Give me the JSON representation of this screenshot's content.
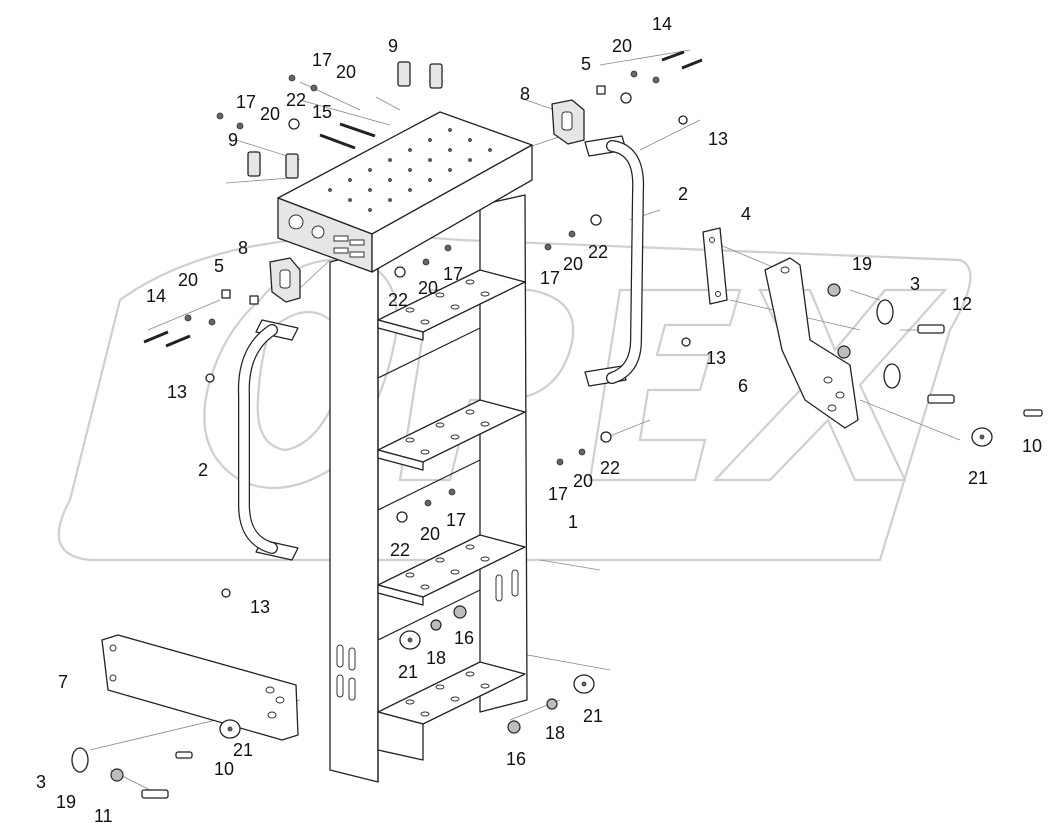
{
  "watermark": {
    "text": "OPEX",
    "color": "#cfcfcf"
  },
  "callouts": [
    {
      "id": "c-9a",
      "label": "9"
    },
    {
      "id": "c-17a",
      "label": "17"
    },
    {
      "id": "c-20a",
      "label": "20"
    },
    {
      "id": "c-14a",
      "label": "14"
    },
    {
      "id": "c-20b",
      "label": "20"
    },
    {
      "id": "c-5a",
      "label": "5"
    },
    {
      "id": "c-8a",
      "label": "8"
    },
    {
      "id": "c-13a",
      "label": "13"
    },
    {
      "id": "c-17b",
      "label": "17"
    },
    {
      "id": "c-20c",
      "label": "20"
    },
    {
      "id": "c-22a",
      "label": "22"
    },
    {
      "id": "c-15",
      "label": "15"
    },
    {
      "id": "c-9b",
      "label": "9"
    },
    {
      "id": "c-2a",
      "label": "2"
    },
    {
      "id": "c-4",
      "label": "4"
    },
    {
      "id": "c-17c",
      "label": "17"
    },
    {
      "id": "c-20d",
      "label": "20"
    },
    {
      "id": "c-22b",
      "label": "22"
    },
    {
      "id": "c-8b",
      "label": "8"
    },
    {
      "id": "c-19a",
      "label": "19"
    },
    {
      "id": "c-3a",
      "label": "3"
    },
    {
      "id": "c-20e",
      "label": "20"
    },
    {
      "id": "c-5b",
      "label": "5"
    },
    {
      "id": "c-22c",
      "label": "22"
    },
    {
      "id": "c-20f",
      "label": "20"
    },
    {
      "id": "c-17d",
      "label": "17"
    },
    {
      "id": "c-12",
      "label": "12"
    },
    {
      "id": "c-14b",
      "label": "14"
    },
    {
      "id": "c-13b",
      "label": "13"
    },
    {
      "id": "c-6",
      "label": "6"
    },
    {
      "id": "c-13c",
      "label": "13"
    },
    {
      "id": "c-10a",
      "label": "10"
    },
    {
      "id": "c-2b",
      "label": "2"
    },
    {
      "id": "c-22d",
      "label": "22"
    },
    {
      "id": "c-20g",
      "label": "20"
    },
    {
      "id": "c-17e",
      "label": "17"
    },
    {
      "id": "c-21a",
      "label": "21"
    },
    {
      "id": "c-1",
      "label": "1"
    },
    {
      "id": "c-22e",
      "label": "22"
    },
    {
      "id": "c-20h",
      "label": "20"
    },
    {
      "id": "c-17f",
      "label": "17"
    },
    {
      "id": "c-13d",
      "label": "13"
    },
    {
      "id": "c-16a",
      "label": "16"
    },
    {
      "id": "c-18a",
      "label": "18"
    },
    {
      "id": "c-21b",
      "label": "21"
    },
    {
      "id": "c-7",
      "label": "7"
    },
    {
      "id": "c-21c",
      "label": "21"
    },
    {
      "id": "c-21d",
      "label": "21"
    },
    {
      "id": "c-10b",
      "label": "10"
    },
    {
      "id": "c-18b",
      "label": "18"
    },
    {
      "id": "c-3b",
      "label": "3"
    },
    {
      "id": "c-16b",
      "label": "16"
    },
    {
      "id": "c-19b",
      "label": "19"
    },
    {
      "id": "c-11",
      "label": "11"
    }
  ]
}
